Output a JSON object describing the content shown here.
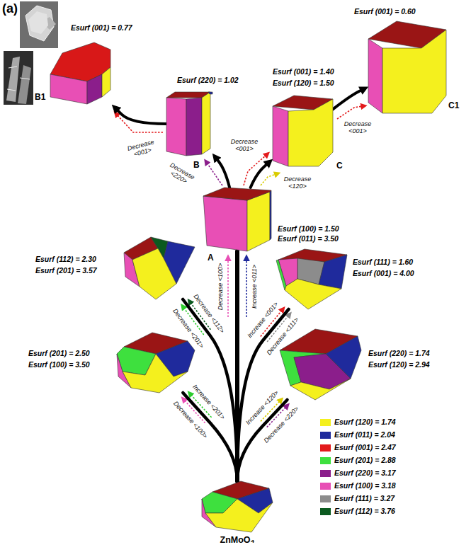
{
  "diagram": {
    "nodes": [
      {
        "text": [
          "Esurf (001) = 0.77",
          "B1"
        ]
      },
      {
        "text": [
          "Esurf (220) = 1.02",
          "B"
        ]
      },
      {
        "text": [
          "Esurf (001) = 1.40",
          "Esurf (120) = 1.50",
          "C"
        ]
      },
      {
        "text": [
          "Esurf (001) = 0.60",
          "C1"
        ]
      },
      {
        "text": [
          "A",
          "Esurf (100) = 1.50",
          "Esurf (011) = 3.50"
        ]
      },
      {
        "text": [
          "Esurf (112) = 2.30",
          "Esurf (201) = 3.57"
        ]
      },
      {
        "text": [
          "Esurf (111) = 1.60",
          "Esurf (001) = 4.00"
        ]
      },
      {
        "text": [
          "Esurf (201) = 2.50",
          "Esurf (100) = 3.50"
        ]
      },
      {
        "text": [
          "Esurf (220) = 1.74",
          "Esurf (120) = 2.94"
        ]
      },
      {
        "text": [
          "ZnMoO₄"
        ]
      }
    ],
    "edges": [
      {
        "from": 4,
        "to": 1,
        "arrow": "to"
      },
      {
        "from": 1,
        "to": 0,
        "arrow": "to"
      },
      {
        "from": 4,
        "to": 2,
        "arrow": "to"
      },
      {
        "from": 2,
        "to": 3,
        "arrow": "to"
      },
      {
        "from": 9,
        "to": 4,
        "arrow": "none"
      },
      {
        "from": 9,
        "to": 5,
        "arrow": "none"
      },
      {
        "from": 9,
        "to": 6,
        "arrow": "none"
      },
      {
        "from": 9,
        "to": 7,
        "arrow": "none"
      },
      {
        "from": 9,
        "to": 8,
        "arrow": "none"
      }
    ],
    "labels": [
      "(a)",
      "Decrease <220>",
      "Decrease <001>",
      "Decrease <001>",
      "Decrease <120>",
      "Decrease <001>",
      "Decrease <100>",
      "Increase <011>",
      "Decrease <112>",
      "Decrease <201>",
      "Increase <001>",
      "Decrease <111>",
      "Increase <201>",
      "Decrease <100>",
      "Increase <120>",
      "Decrease <220>"
    ],
    "legend": [
      {
        "text": "Esurf (120) = 1.74",
        "color": "#f4f01e"
      },
      {
        "text": "Esurf (011) = 2.04",
        "color": "#1f2a9c"
      },
      {
        "text": "Esurf (001) = 2.47",
        "color": "#e31a1c"
      },
      {
        "text": "Esurf (201) = 2.88",
        "color": "#3ee03e"
      },
      {
        "text": "Esurf (220) = 3.17",
        "color": "#8b1e8b"
      },
      {
        "text": "Esurf (100) = 3.18",
        "color": "#e84fb5"
      },
      {
        "text": "Esurf (111) = 3.27",
        "color": "#8c8c8c"
      },
      {
        "text": "Esurf (112) = 3.76",
        "color": "#0b5a1f"
      }
    ]
  }
}
